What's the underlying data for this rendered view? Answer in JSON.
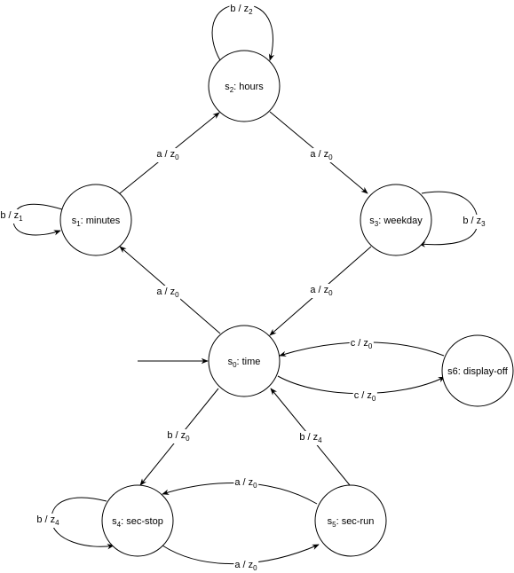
{
  "diagram": {
    "states": [
      {
        "id": "s2",
        "base": "s",
        "sub": "2",
        "rest": ": hours"
      },
      {
        "id": "s1",
        "base": "s",
        "sub": "1",
        "rest": ": minutes"
      },
      {
        "id": "s3",
        "base": "s",
        "sub": "3",
        "rest": ": weekday"
      },
      {
        "id": "s0",
        "base": "s",
        "sub": "0",
        "rest": ": time"
      },
      {
        "id": "s6",
        "base": "s6: display-off",
        "sub": "",
        "rest": ""
      },
      {
        "id": "s4",
        "base": "s",
        "sub": "4",
        "rest": ": sec-stop"
      },
      {
        "id": "s5",
        "base": "s",
        "sub": "5",
        "rest": ": sec-run"
      }
    ],
    "transitions": [
      {
        "id": "s2-self",
        "from": "s2",
        "to": "s2",
        "input": "b",
        "output_base": "z",
        "output_sub": "2"
      },
      {
        "id": "s1-self",
        "from": "s1",
        "to": "s1",
        "input": "b",
        "output_base": "z",
        "output_sub": "1"
      },
      {
        "id": "s3-self",
        "from": "s3",
        "to": "s3",
        "input": "b",
        "output_base": "z",
        "output_sub": "3"
      },
      {
        "id": "s4-self",
        "from": "s4",
        "to": "s4",
        "input": "b",
        "output_base": "z",
        "output_sub": "4"
      },
      {
        "id": "s1-s2",
        "from": "s1",
        "to": "s2",
        "input": "a",
        "output_base": "z",
        "output_sub": "0"
      },
      {
        "id": "s2-s3",
        "from": "s2",
        "to": "s3",
        "input": "a",
        "output_base": "z",
        "output_sub": "0"
      },
      {
        "id": "s0-s1",
        "from": "s0",
        "to": "s1",
        "input": "a",
        "output_base": "z",
        "output_sub": "0"
      },
      {
        "id": "s3-s0",
        "from": "s3",
        "to": "s0",
        "input": "a",
        "output_base": "z",
        "output_sub": "0"
      },
      {
        "id": "s6-s0",
        "from": "s6",
        "to": "s0",
        "input": "c",
        "output_base": "z",
        "output_sub": "0"
      },
      {
        "id": "s0-s6",
        "from": "s0",
        "to": "s6",
        "input": "c",
        "output_base": "z",
        "output_sub": "0"
      },
      {
        "id": "s0-s4",
        "from": "s0",
        "to": "s4",
        "input": "b",
        "output_base": "z",
        "output_sub": "0"
      },
      {
        "id": "s5-s0",
        "from": "s5",
        "to": "s0",
        "input": "b",
        "output_base": "z",
        "output_sub": "4"
      },
      {
        "id": "s5-s4",
        "from": "s5",
        "to": "s4",
        "input": "a",
        "output_base": "z",
        "output_sub": "0"
      },
      {
        "id": "s4-s5",
        "from": "s4",
        "to": "s5",
        "input": "a",
        "output_base": "z",
        "output_sub": "0"
      }
    ],
    "initial_state": "s0"
  }
}
